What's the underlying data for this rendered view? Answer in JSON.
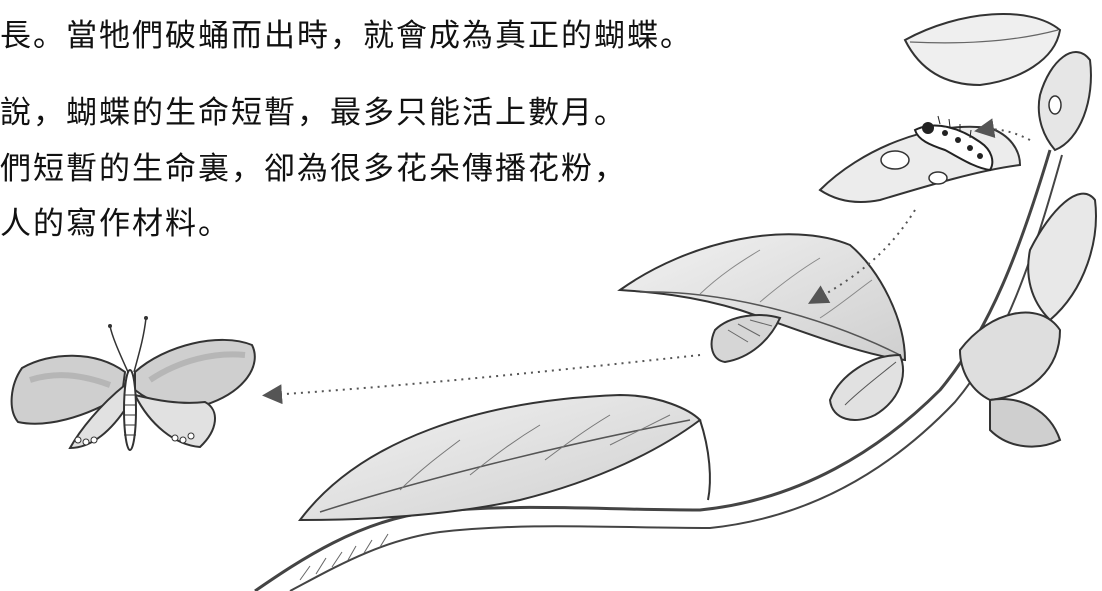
{
  "text": {
    "lines": [
      "長。當牠們破蛹而出時，就會成為真正的蝴蝶。",
      "說，蝴蝶的生命短暫，最多只能活上數月。",
      "們短暫的生命裏，卻為很多花朵傳播花粉，",
      "人的寫作材料。"
    ]
  },
  "illustration": {
    "subjects": [
      "butterfly-icon",
      "caterpillar-icon",
      "chrysalis-icon",
      "leaf-icon",
      "branch-icon"
    ],
    "colors": {
      "ink": "#333333",
      "leaf_shade": "#d9d9d9",
      "wing_shade": "#bdbdbd",
      "arrow": "#555555"
    }
  }
}
